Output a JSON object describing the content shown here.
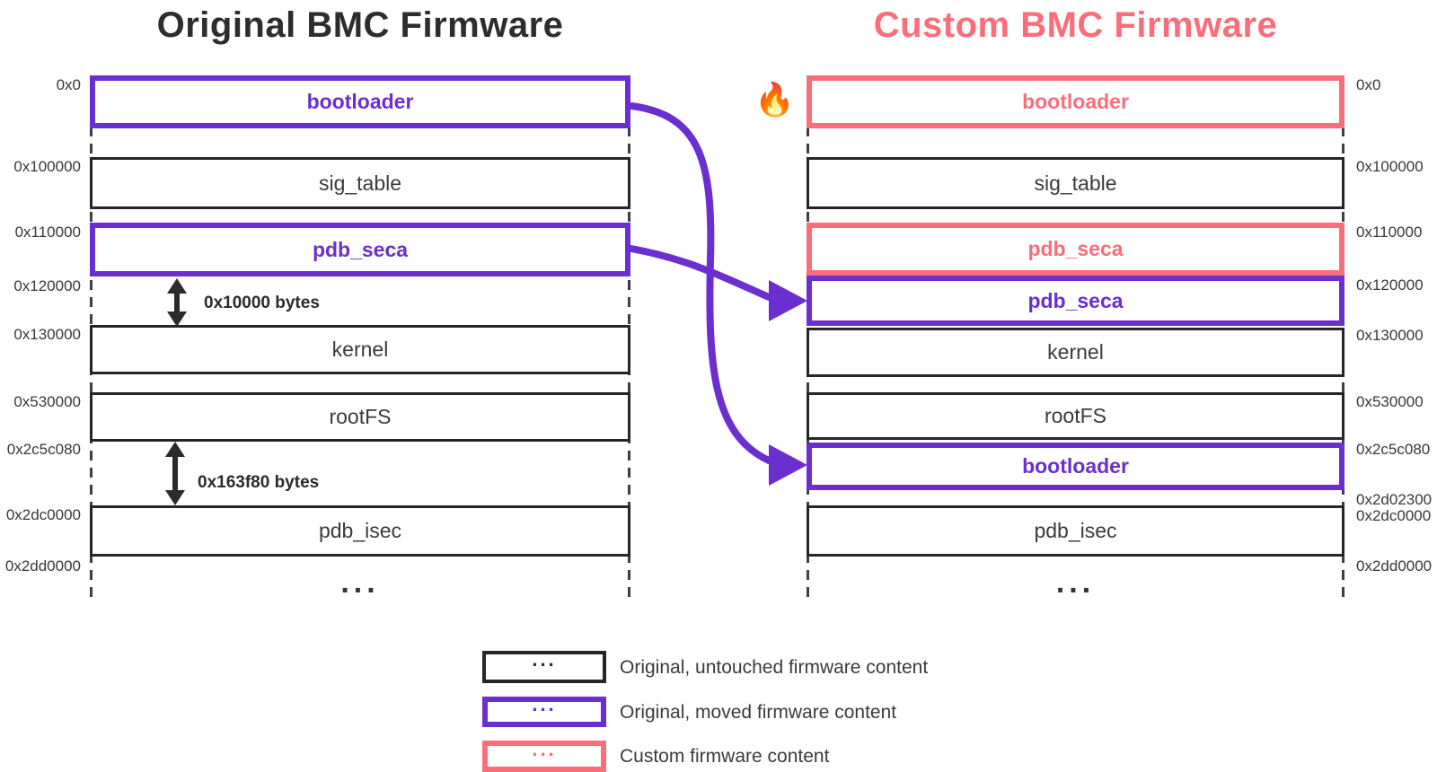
{
  "titles": {
    "left": "Original BMC Firmware",
    "right": "Custom BMC Firmware"
  },
  "fire_emoji": "🔥",
  "colors": {
    "purple": "#6B2FD0",
    "pink": "#F96E7A",
    "dark": "#262626",
    "text": "#3B3B3B",
    "title-dark": "#2D2D2D"
  },
  "columns": {
    "left": {
      "blocks": [
        {
          "label": "bootloader",
          "kind": "moved"
        },
        {
          "label": "sig_table",
          "kind": "untouched"
        },
        {
          "label": "pdb_seca",
          "kind": "moved"
        },
        {
          "label": "kernel",
          "kind": "untouched"
        },
        {
          "label": "rootFS",
          "kind": "untouched"
        },
        {
          "label": "pdb_isec",
          "kind": "untouched"
        }
      ],
      "addresses": [
        {
          "text": "0x0"
        },
        {
          "text": "0x100000"
        },
        {
          "text": "0x110000"
        },
        {
          "text": "0x120000"
        },
        {
          "text": "0x130000"
        },
        {
          "text": "0x530000"
        },
        {
          "text": "0x2c5c080"
        },
        {
          "text": "0x2dc0000"
        },
        {
          "text": "0x2dd0000"
        }
      ],
      "gap_labels": [
        {
          "text": "0x10000 bytes"
        },
        {
          "text": "0x163f80 bytes"
        }
      ],
      "ellipsis": "..."
    },
    "right": {
      "blocks": [
        {
          "label": "bootloader",
          "kind": "custom"
        },
        {
          "label": "sig_table",
          "kind": "untouched"
        },
        {
          "label": "pdb_seca",
          "kind": "custom"
        },
        {
          "label": "pdb_seca",
          "kind": "moved"
        },
        {
          "label": "kernel",
          "kind": "untouched"
        },
        {
          "label": "rootFS",
          "kind": "untouched"
        },
        {
          "label": "bootloader",
          "kind": "moved"
        },
        {
          "label": "pdb_isec",
          "kind": "untouched"
        }
      ],
      "addresses": [
        {
          "text": "0x0"
        },
        {
          "text": "0x100000"
        },
        {
          "text": "0x110000"
        },
        {
          "text": "0x120000"
        },
        {
          "text": "0x130000"
        },
        {
          "text": "0x530000"
        },
        {
          "text": "0x2c5c080"
        },
        {
          "text": "0x2d02300"
        },
        {
          "text": "0x2dc0000"
        },
        {
          "text": "0x2dd0000"
        }
      ],
      "ellipsis": "..."
    }
  },
  "legend": {
    "items": [
      {
        "dots": "...",
        "label": "Original, untouched firmware content",
        "kind": "untouched"
      },
      {
        "dots": "...",
        "label": "Original, moved firmware content",
        "kind": "moved"
      },
      {
        "dots": "...",
        "label": "Custom firmware content",
        "kind": "custom"
      }
    ]
  }
}
